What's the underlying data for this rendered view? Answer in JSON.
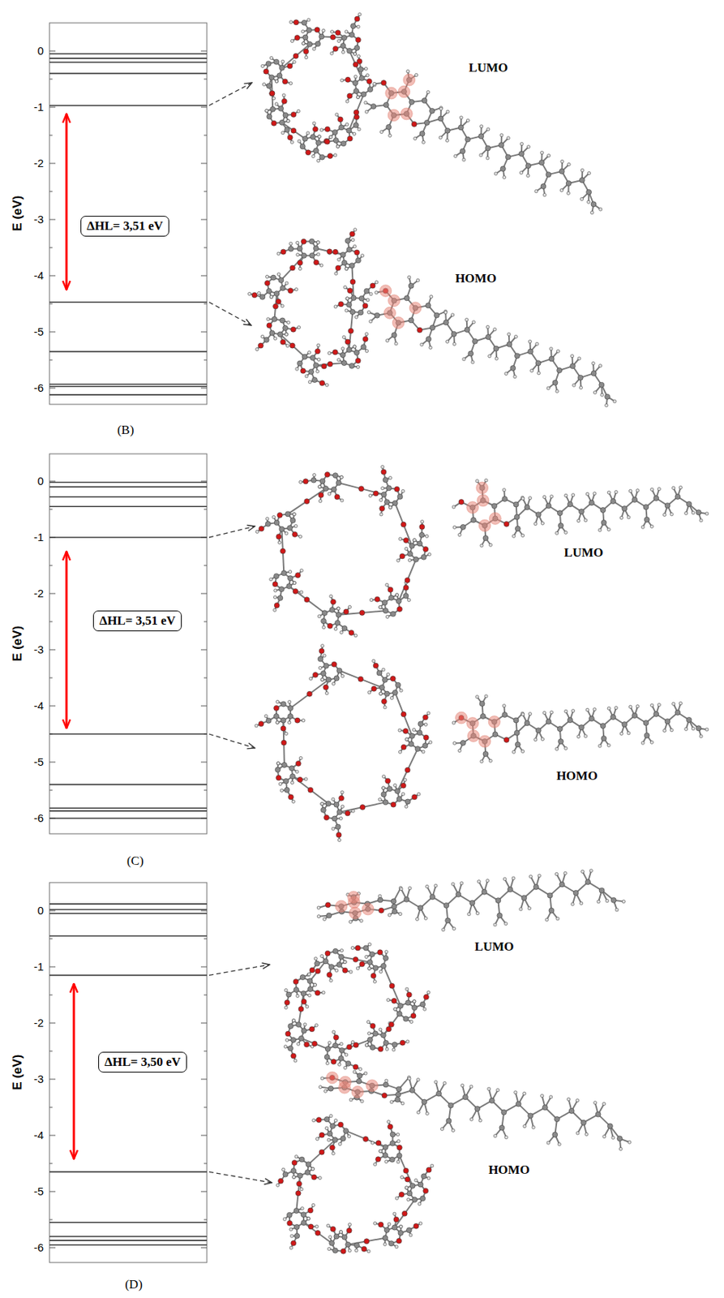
{
  "diagram": {
    "nodes": [
      {
        "text": [
          "ΔHL= 3,51 eV"
        ]
      },
      {
        "text": [
          "ΔHL= 3,51 eV"
        ]
      },
      {
        "text": [
          "ΔHL= 3,50 eV"
        ]
      }
    ],
    "labels": [
      "0",
      "-1",
      "-2",
      "-3",
      "-4",
      "-5",
      "-6",
      "E (eV)",
      "LUMO",
      "HOMO",
      "(B)",
      "0",
      "-1",
      "-2",
      "-3",
      "-4",
      "-5",
      "-6",
      "E (eV)",
      "LUMO",
      "HOMO",
      "(C)",
      "0",
      "-1",
      "-2",
      "-3",
      "-4",
      "-5",
      "-6",
      "E (eV)",
      "LUMO",
      "HOMO",
      "(D)"
    ]
  }
}
